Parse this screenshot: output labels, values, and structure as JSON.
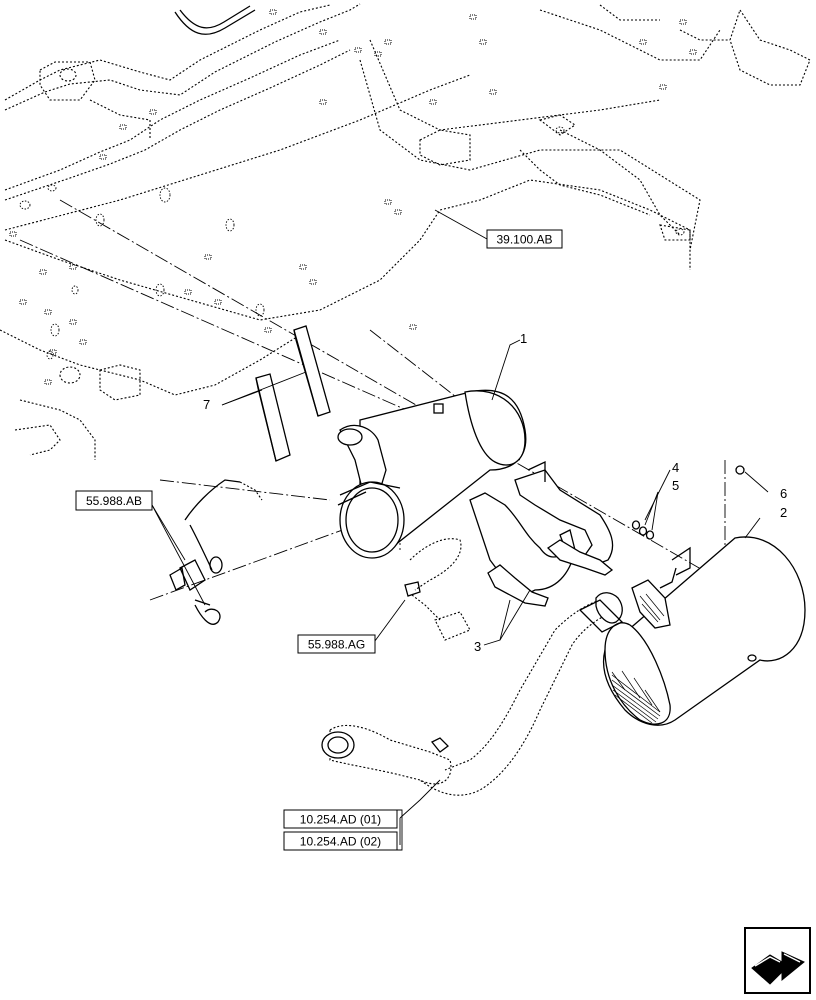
{
  "references": {
    "frame": "39.100.AB",
    "harness_ab": "55.988.AB",
    "harness_ag": "55.988.AG",
    "pipe_01": "10.254.AD (01)",
    "pipe_02": "10.254.AD (02)"
  },
  "callouts": {
    "c1": "1",
    "c2": "2",
    "c3": "3",
    "c4": "4",
    "c5": "5",
    "c6": "6",
    "c7": "7"
  },
  "nav_icon": "next-page-arrow-icon"
}
